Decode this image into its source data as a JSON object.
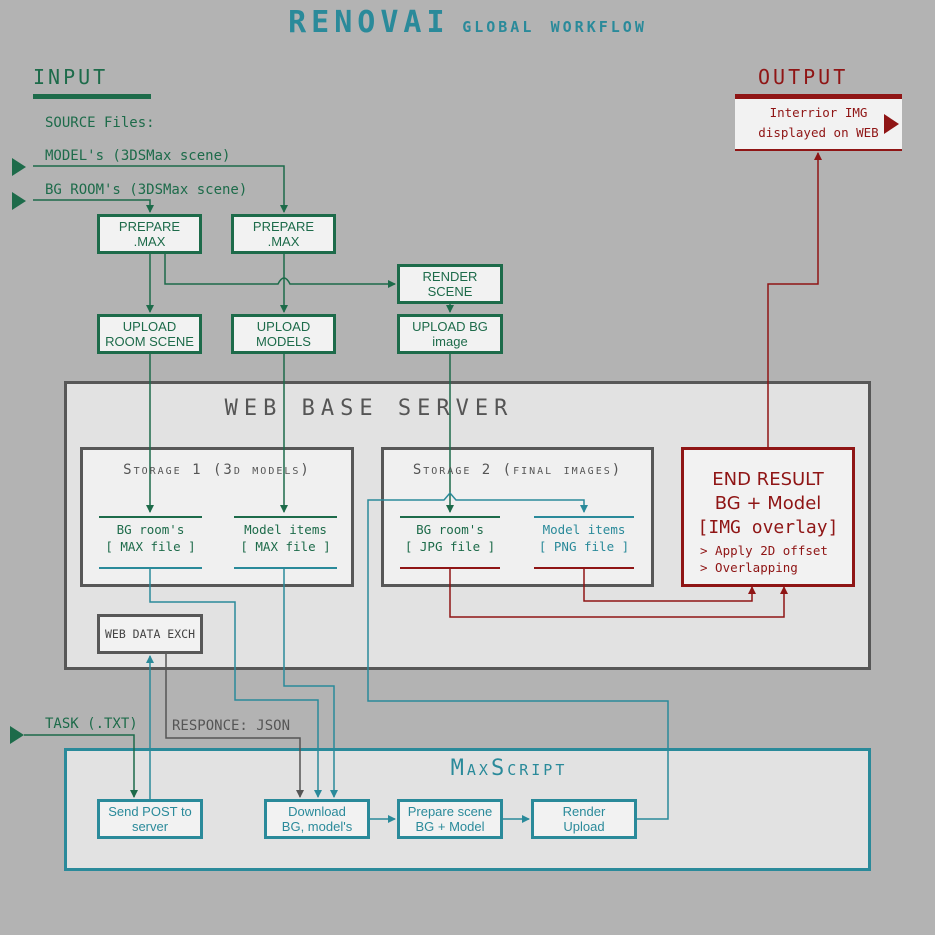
{
  "header": {
    "title_main": "RENOVAI",
    "title_rest": "global workflow"
  },
  "input": {
    "label": "INPUT",
    "source_label": "SOURCE Files:",
    "models_label": "MODEL's (3DSMax scene)",
    "bgroom_label": "BG ROOM's (3DSMax scene)",
    "task_label": "TASK (.TXT)"
  },
  "output": {
    "label": "OUTPUT",
    "box_line1": "Interrior IMG",
    "box_line2": "displayed on WEB"
  },
  "prep": {
    "prepare_room": "PREPARE\n.MAX",
    "prepare_models": "PREPARE\n.MAX",
    "render_scene": "RENDER\nSCENE",
    "upload_room": "UPLOAD\nROOM SCENE",
    "upload_models": "UPLOAD\nMODELS",
    "upload_bg": "UPLOAD BG\nimage"
  },
  "server": {
    "title": "WEB BASE SERVER",
    "storage1_title": "Storage 1 (3d models)",
    "storage1_item1_line1": "BG room's",
    "storage1_item1_line2": "[ MAX file ]",
    "storage1_item2_line1": "Model items",
    "storage1_item2_line2": "[ MAX file ]",
    "storage2_title": "Storage 2 (final images)",
    "storage2_item1_line1": "BG room's",
    "storage2_item1_line2": "[ JPG file ]",
    "storage2_item2_line1": "Model items",
    "storage2_item2_line2": "[ PNG file ]",
    "web_data_exch": "WEB DATA EXCH",
    "end_result_line1": "END RESULT",
    "end_result_line2": "BG + Model",
    "end_result_line3": "[IMG overlay]",
    "end_result_note1": "> Apply 2D offset",
    "end_result_note2": "> Overlapping"
  },
  "response_label": "RESPONCE: JSON",
  "maxscript": {
    "title": "MaxScript",
    "send_post": "Send POST to\nserver",
    "download": "Download\nBG, model's",
    "prepare_scene": "Prepare scene\nBG + Model",
    "render_upload": "Render\nUpload"
  },
  "colors": {
    "green": "#1d6b4a",
    "teal": "#2a8a9a",
    "red": "#8f1515",
    "grey": "#575757"
  }
}
